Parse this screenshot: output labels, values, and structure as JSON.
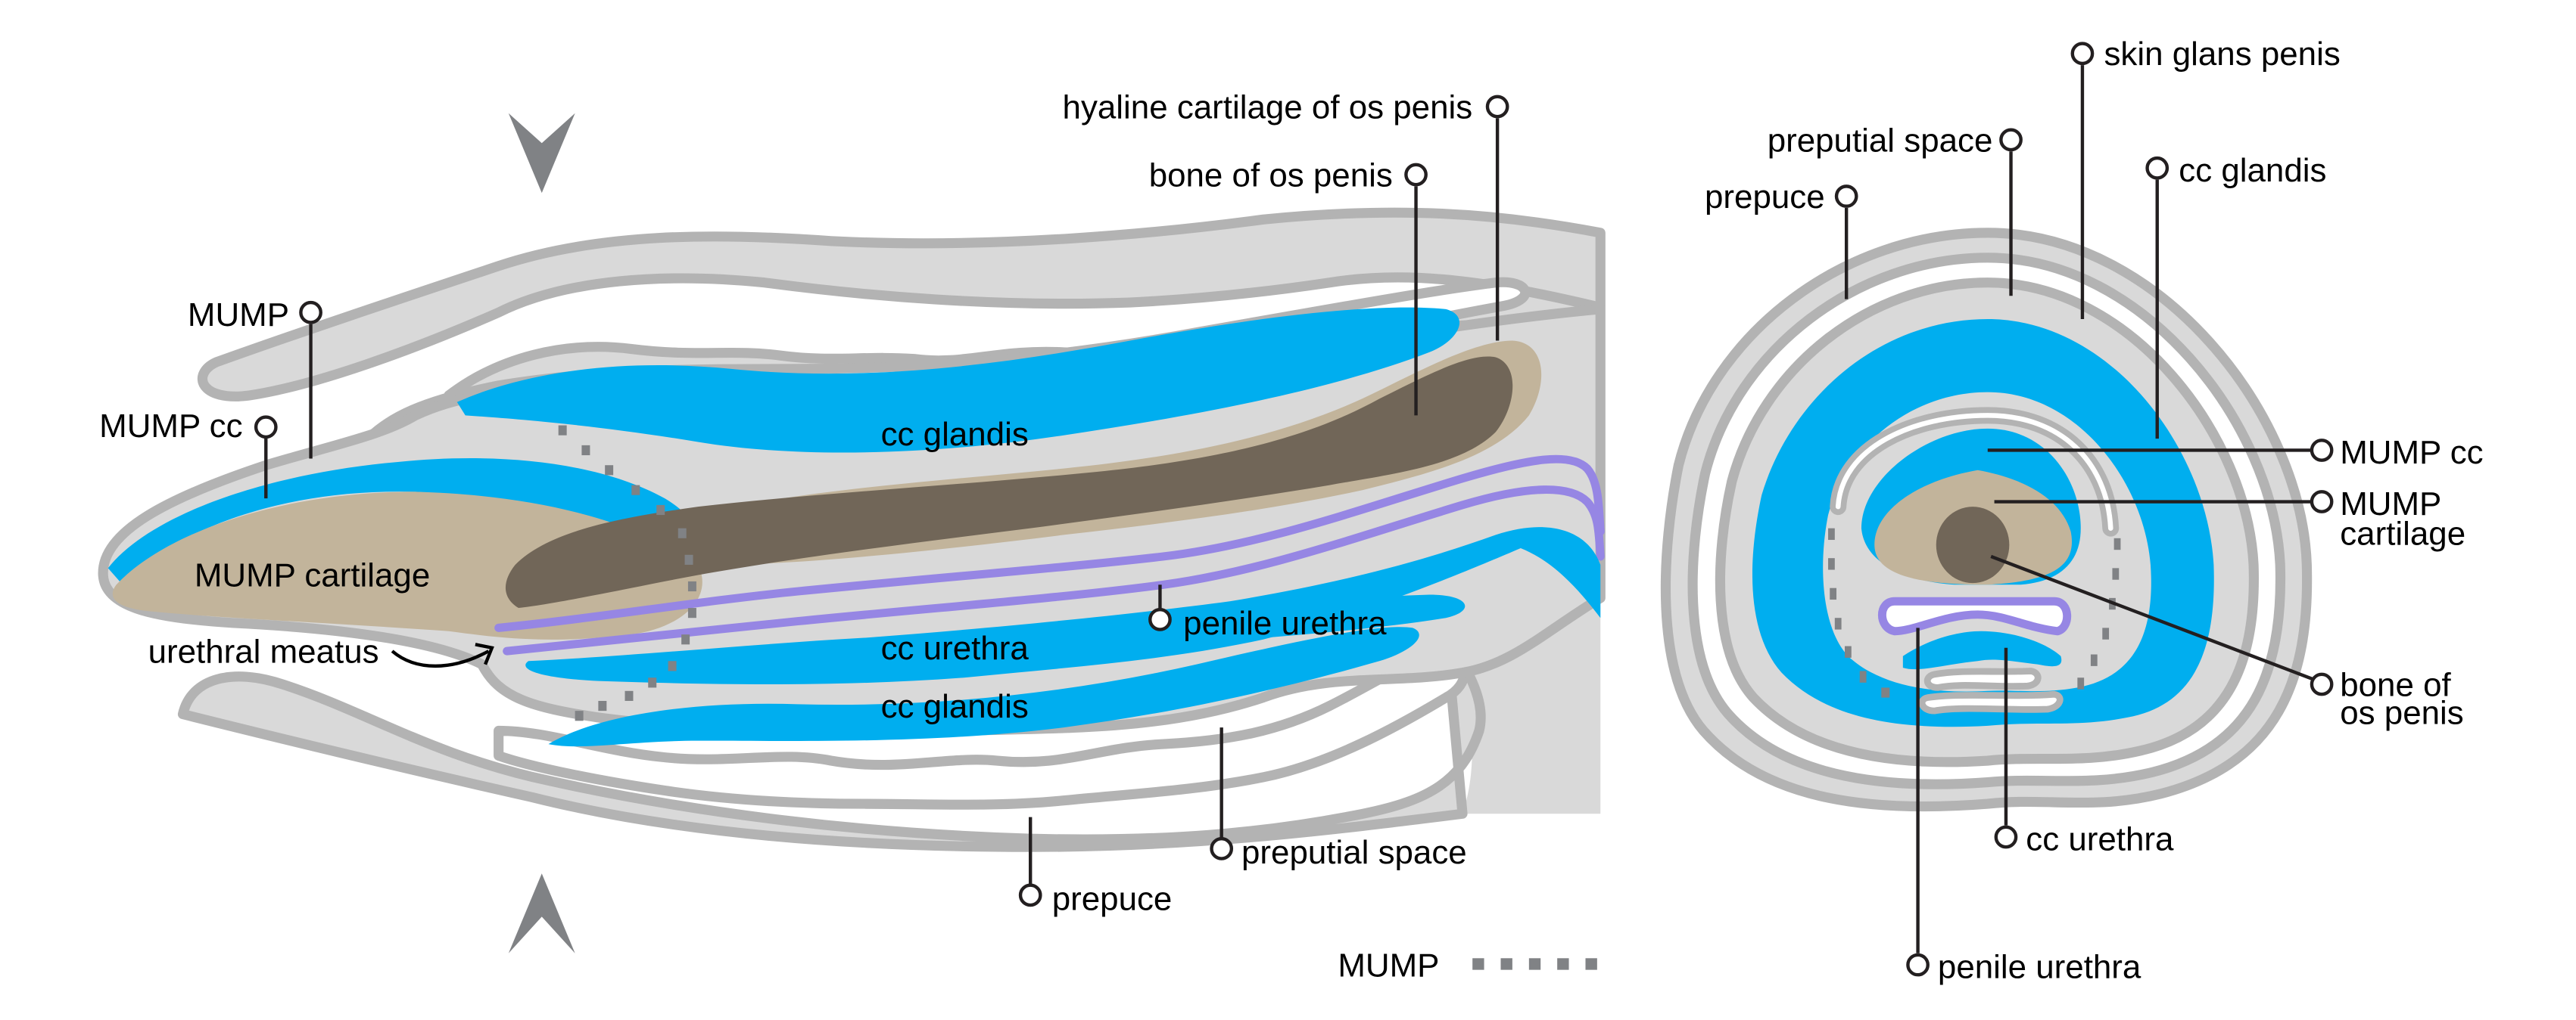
{
  "figure": {
    "colors": {
      "tissue_fill": "#d9d9d9",
      "tissue_outline": "#b3b3b3",
      "corpus_cavernosum": "#00aeef",
      "cartilage": "#c2b49b",
      "bone": "#716658",
      "urethra": "#9686e4",
      "mump_marker": "#808285",
      "leader": "#231f20"
    },
    "longitudinal": {
      "labels": {
        "hyaline_cartilage": "hyaline cartilage of os penis",
        "bone_os_penis": "bone of os penis",
        "mump": "MUMP",
        "mump_cc": "MUMP cc",
        "mump_cartilage": "MUMP cartilage",
        "urethral_meatus": "urethral meatus",
        "cc_glandis_top": "cc glandis",
        "cc_urethra": "cc urethra",
        "cc_glandis_bottom": "cc glandis",
        "penile_urethra": "penile urethra",
        "preputial_space": "preputial space",
        "prepuce": "prepuce"
      }
    },
    "cross_section": {
      "labels": {
        "skin_glans_penis": "skin glans penis",
        "preputial_space": "preputial space",
        "prepuce": "prepuce",
        "cc_glandis": "cc glandis",
        "mump_cc": "MUMP cc",
        "mump_cartilage_line1": "MUMP",
        "mump_cartilage_line2": "cartilage",
        "bone_line1": "bone of",
        "bone_line2": "os penis",
        "cc_urethra": "cc urethra",
        "penile_urethra": "penile urethra"
      }
    },
    "legend": {
      "label": "MUMP",
      "marker": "dotted line"
    }
  }
}
